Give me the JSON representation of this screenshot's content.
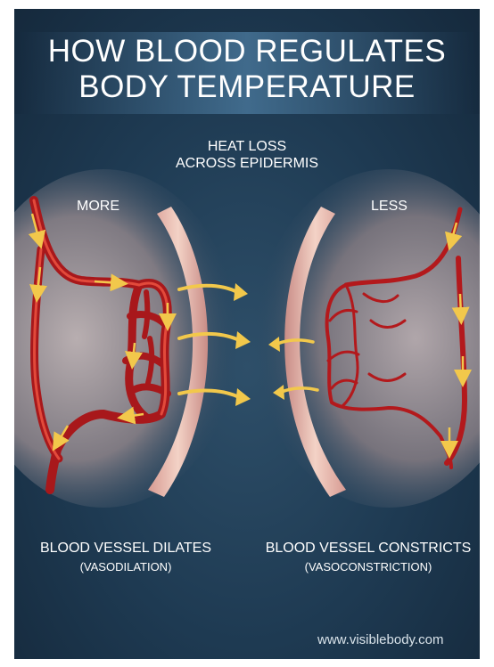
{
  "title": {
    "line1": "HOW BLOOD REGULATES",
    "line2": "BODY TEMPERATURE"
  },
  "heat_loss": {
    "line1": "HEAT LOSS",
    "line2": "ACROSS EPIDERMIS"
  },
  "left_panel": {
    "amount_label": "MORE",
    "caption": "BLOOD VESSEL DILATES",
    "subcaption": "(VASODILATION)"
  },
  "right_panel": {
    "amount_label": "LESS",
    "caption": "BLOOD VESSEL CONSTRICTS",
    "subcaption": "(VASOCONSTRICTION)"
  },
  "website": "www.visiblebody.com",
  "colors": {
    "background": "#1e3a52",
    "vessel": "#b81e1e",
    "vessel_highlight": "#e04a3a",
    "arrow": "#f2c84b",
    "skin": "#e8b8a8",
    "text": "#ffffff"
  }
}
